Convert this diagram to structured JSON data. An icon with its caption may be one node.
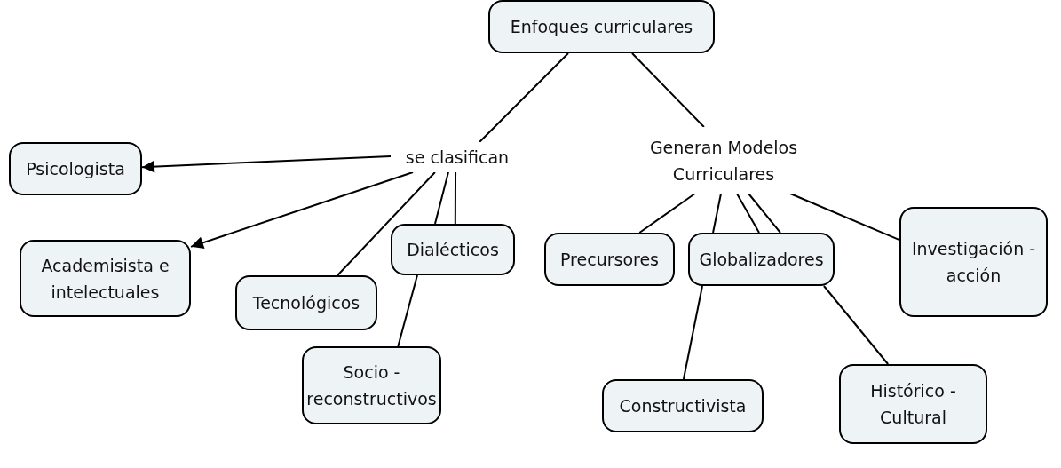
{
  "diagram": {
    "nodes": [
      {
        "text": [
          "Enfoques curriculares"
        ]
      },
      {
        "text": [
          "se clasifican"
        ]
      },
      {
        "text": [
          "Generan Modelos Curriculares"
        ]
      },
      {
        "text": [
          "Psicologista"
        ]
      },
      {
        "text": [
          "Academisista e intelectuales"
        ]
      },
      {
        "text": [
          "Tecnológicos"
        ]
      },
      {
        "text": [
          "Dialécticos"
        ]
      },
      {
        "text": [
          "Socio - reconstructivos"
        ]
      },
      {
        "text": [
          "Precursores"
        ]
      },
      {
        "text": [
          "Globalizadores"
        ]
      },
      {
        "text": [
          "Investigación - acción"
        ]
      },
      {
        "text": [
          "Constructivista"
        ]
      },
      {
        "text": [
          "Histórico - Cultural"
        ]
      }
    ],
    "edges": [
      {
        "from": 0,
        "to": 1,
        "arrow": "none"
      },
      {
        "from": 0,
        "to": 2,
        "arrow": "none"
      },
      {
        "from": 1,
        "to": 3,
        "arrow": "to"
      },
      {
        "from": 1,
        "to": 4,
        "arrow": "to"
      },
      {
        "from": 1,
        "to": 5,
        "arrow": "none"
      },
      {
        "from": 1,
        "to": 6,
        "arrow": "none"
      },
      {
        "from": 1,
        "to": 6,
        "arrow": "none"
      },
      {
        "from": 6,
        "to": 7,
        "arrow": "none"
      },
      {
        "from": 2,
        "to": 8,
        "arrow": "none"
      },
      {
        "from": 2,
        "to": 9,
        "arrow": "none"
      },
      {
        "from": 2,
        "to": 9,
        "arrow": "none"
      },
      {
        "from": 2,
        "to": 9,
        "arrow": "none"
      },
      {
        "from": 2,
        "to": 10,
        "arrow": "none"
      },
      {
        "from": 9,
        "to": 11,
        "arrow": "none"
      },
      {
        "from": 9,
        "to": 12,
        "arrow": "none"
      }
    ]
  }
}
